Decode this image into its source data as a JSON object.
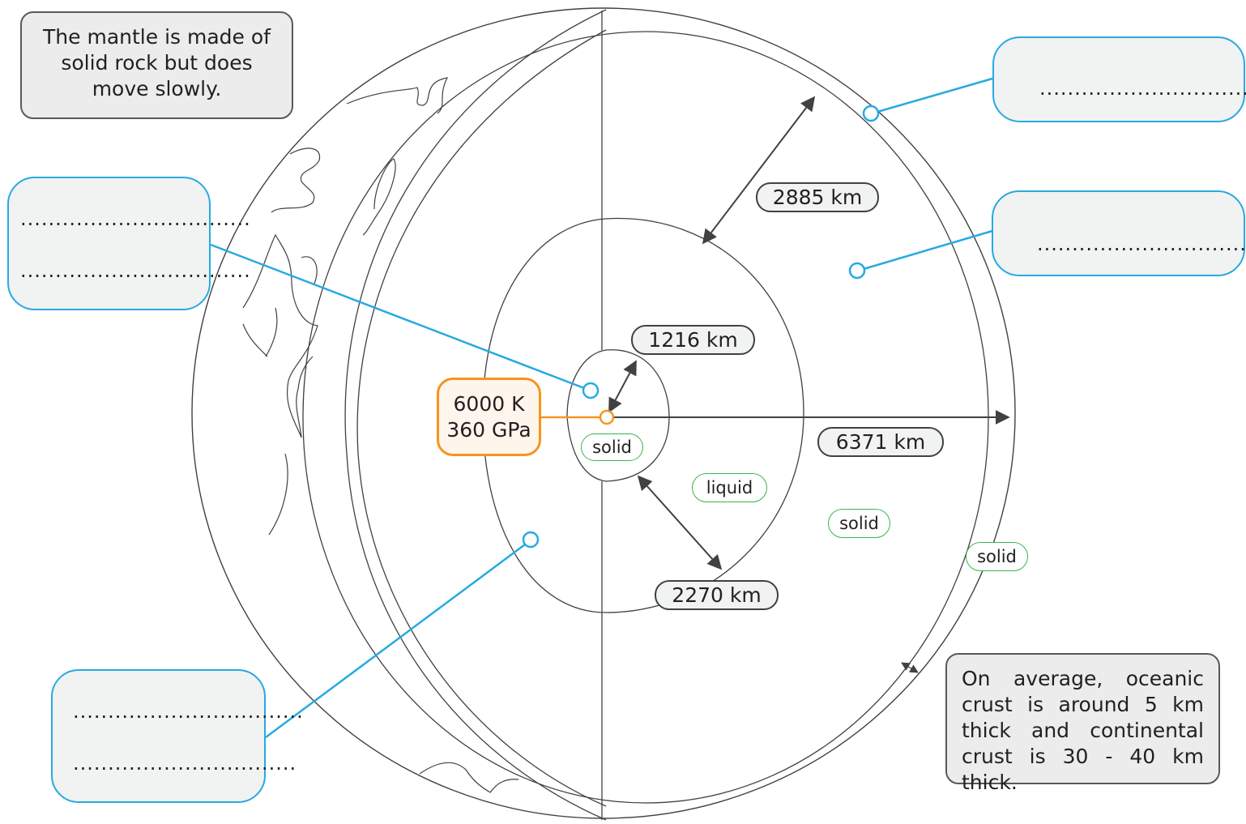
{
  "notes": {
    "mantle": "The mantle is made of solid rock but does move slowly.",
    "crust_lines": [
      "On average, oceanic",
      "crust is around 5 km",
      "thick and continental",
      "crust is 30 - 40 km thick."
    ]
  },
  "blank_labels": {
    "top_right": [
      ".................................."
    ],
    "right": [
      ".................................."
    ],
    "left": [
      ".................................",
      "................................."
    ],
    "bottom_left": [
      ".................................",
      "................................"
    ]
  },
  "measurements": {
    "mantle_thickness": "2885 km",
    "inner_core_radius": "1216 km",
    "outer_core_thickness": "2270 km",
    "earth_radius": "6371 km"
  },
  "center_conditions": {
    "temperature": "6000 K",
    "pressure": "360 GPa"
  },
  "states": {
    "inner_core": "solid",
    "outer_core": "liquid",
    "mantle": "solid",
    "crust": "solid"
  },
  "colors": {
    "pointer_blue": "#27aae1",
    "center_orange": "#f7941d",
    "state_green": "#39b54a",
    "outline": "#414042"
  }
}
